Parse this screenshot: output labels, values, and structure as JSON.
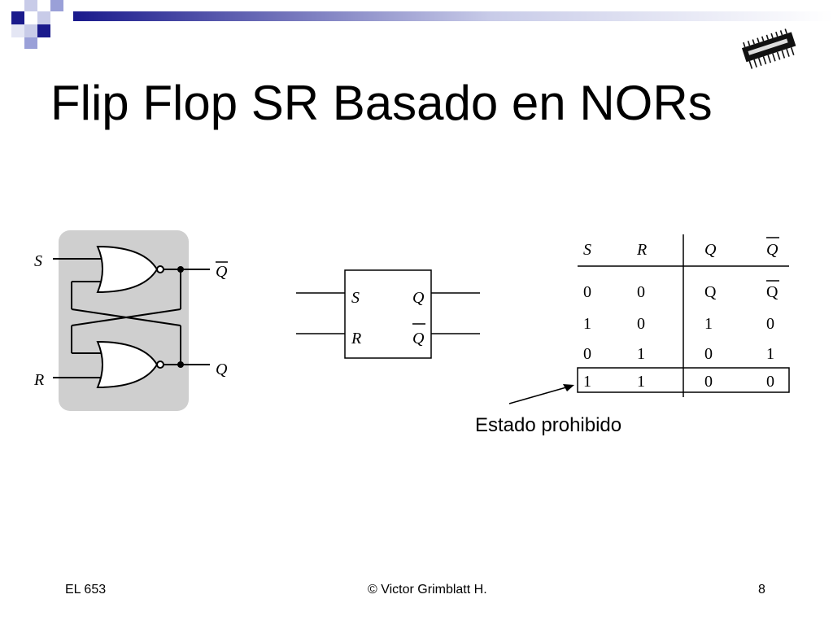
{
  "slide": {
    "title": "Flip Flop SR Basado en NORs"
  },
  "circuit": {
    "input_s": "S",
    "input_r": "R",
    "output_top": "Q",
    "output_bottom": "Q"
  },
  "symbol": {
    "pin_s": "S",
    "pin_r": "R",
    "pin_q": "Q",
    "pin_qbar": "Q"
  },
  "truth_table": {
    "headers": [
      "S",
      "R",
      "Q",
      "Q"
    ],
    "rows": [
      [
        "0",
        "0",
        "Q",
        "Q"
      ],
      [
        "1",
        "0",
        "1",
        "0"
      ],
      [
        "0",
        "1",
        "0",
        "1"
      ],
      [
        "1",
        "1",
        "0",
        "0"
      ]
    ]
  },
  "annotation": {
    "label": "Estado prohibido"
  },
  "footer": {
    "left": "EL 653",
    "center": "© Victor Grimblatt H.",
    "right": "8"
  },
  "colors": {
    "accent_dark": "#1a1a8c",
    "accent_light": "#9aa0d8",
    "circuit_bg": "#cfcfcf"
  }
}
